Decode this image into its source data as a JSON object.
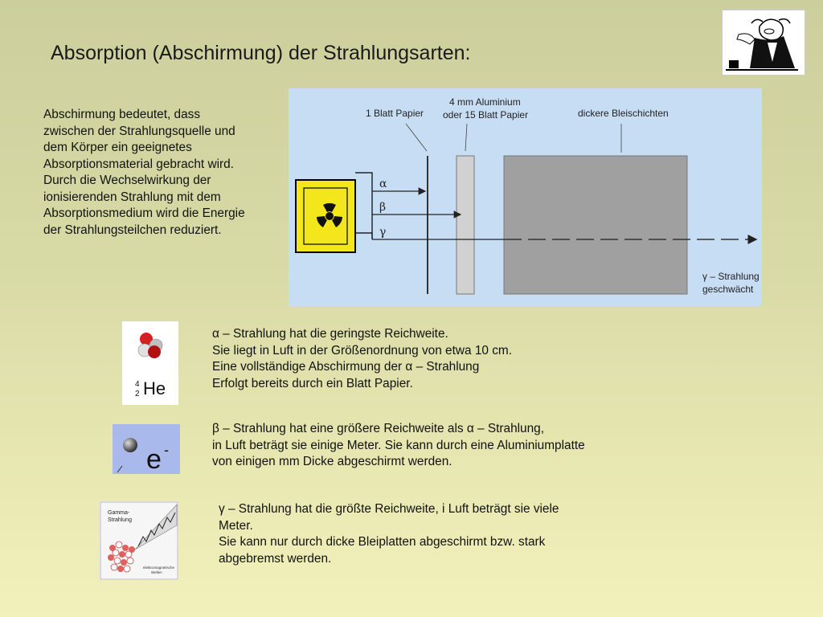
{
  "title": "Absorption (Abschirmung) der Strahlungsarten:",
  "intro_lines": [
    "Abschirmung bedeutet, dass",
    "zwischen der Strahlungsquelle und",
    "dem Körper ein geeignetes",
    "Absorptionsmaterial gebracht wird.",
    "Durch die Wechselwirkung der",
    "ionisierenden Strahlung mit dem",
    "Absorptionsmedium wird die Energie",
    "der Strahlungsteilchen reduziert."
  ],
  "diagram": {
    "label_paper": "1 Blatt Papier",
    "label_al_line1": "4 mm Aluminium",
    "label_al_line2": "oder 15 Blatt Papier",
    "label_lead": "dickere Bleischichten",
    "ray_alpha": "α",
    "ray_beta": "β",
    "ray_gamma": "γ",
    "gamma_out_line1": "γ – Strahlung",
    "gamma_out_line2": "geschwächt"
  },
  "alpha": {
    "symbol_mass": "4",
    "symbol_charge": "2",
    "symbol": "He",
    "lines": [
      "α – Strahlung hat die geringste Reichweite.",
      "Sie liegt in Luft in der Größenordnung von etwa 10 cm.",
      "Eine vollständige Abschirmung der α – Strahlung",
      "Erfolgt bereits durch ein Blatt Papier."
    ]
  },
  "beta": {
    "symbol": "e",
    "symbol_sup": "-",
    "lines": [
      "β – Strahlung hat eine größere Reichweite als α – Strahlung,",
      "in Luft beträgt sie einige Meter. Sie kann durch eine Aluminiumplatte",
      "von einigen mm Dicke abgeschirmt werden."
    ]
  },
  "gamma": {
    "img_label_line1": "Gamma-",
    "img_label_line2": "Strahlung",
    "img_caption_line1": "elektromagnetische",
    "img_caption_line2": "Wellen",
    "lines": [
      "γ – Strahlung hat die größte Reichweite, i Luft beträgt sie viele",
      "Meter.",
      "Sie kann nur durch dicke Bleiplatten abgeschirmt bzw. stark",
      "abgebremst werden."
    ]
  },
  "colors": {
    "diagram_bg": "#c7ddf3",
    "radiation_yellow": "#f3e61b",
    "lead_gray": "#a0a0a0"
  }
}
